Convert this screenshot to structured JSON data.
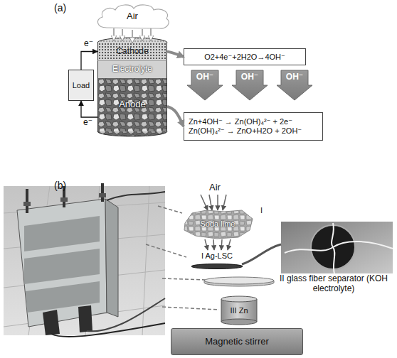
{
  "diagram": {
    "nodes": [
      {
        "text": [
          "Air"
        ]
      },
      {
        "text": [
          "Cathode"
        ]
      },
      {
        "text": [
          "Electrolyte"
        ]
      },
      {
        "text": [
          "Anode"
        ]
      },
      {
        "text": [
          "Load"
        ]
      },
      {
        "text": [
          "O2+4e⁻+2H2O→4OH⁻"
        ]
      },
      {
        "text": [
          "OH⁻"
        ]
      },
      {
        "text": [
          "OH⁻"
        ]
      },
      {
        "text": [
          "OH⁻"
        ]
      },
      {
        "text": [
          "Zn+4OH⁻ → Zn(OH)₄²⁻ + 2e⁻",
          "Zn(OH)₄²⁻ → ZnO+H2O + 2OH⁻"
        ]
      },
      {
        "text": [
          "Soda lime",
          "I"
        ]
      },
      {
        "text": [
          "I Ag-LSC"
        ]
      },
      {
        "text": [
          "II glass fiber separator (KOH electrolyte)"
        ]
      },
      {
        "text": [
          "III Zn"
        ]
      },
      {
        "text": [
          "Magnetic stirrer"
        ]
      }
    ],
    "edges": [
      {
        "from": 0,
        "to": 1,
        "arrow": "to"
      },
      {
        "from": 4,
        "to": 1,
        "label": "e⁻",
        "arrow": "to"
      },
      {
        "from": 3,
        "to": 4,
        "label": "e⁻",
        "arrow": "to"
      },
      {
        "from": 1,
        "to": 5,
        "arrow": "to"
      },
      {
        "from": 3,
        "to": 9,
        "arrow": "to"
      }
    ],
    "labels": [
      "(a)",
      "(b)",
      "Air"
    ]
  }
}
